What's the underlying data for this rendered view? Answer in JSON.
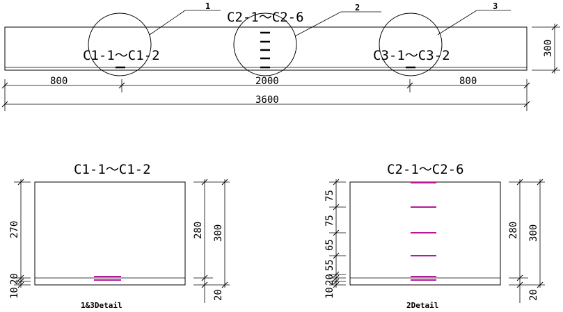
{
  "beam": {
    "group1_label": "C1-1～C1-2",
    "group2_label": "C2-1～C2-6",
    "group3_label": "C3-1～C3-2",
    "callout1": "1",
    "callout2": "2",
    "callout3": "3",
    "dims": {
      "left": "800",
      "middle": "2000",
      "right": "800",
      "total": "3600",
      "height": "300"
    }
  },
  "detail_1_3": {
    "title": "C1-1～C1-2",
    "caption": "1&3Detail",
    "left_dims": [
      "270",
      "20",
      "10"
    ],
    "right_dims": [
      "280",
      "300",
      "20"
    ]
  },
  "detail_2": {
    "title": "C2-1～C2-6",
    "caption": "2Detail",
    "left_dims": [
      "75",
      "75",
      "65",
      "55",
      "20",
      "10"
    ],
    "right_dims": [
      "280",
      "300",
      "20"
    ]
  },
  "colors": {
    "line": "#000000",
    "gauge": "#b5179e"
  }
}
